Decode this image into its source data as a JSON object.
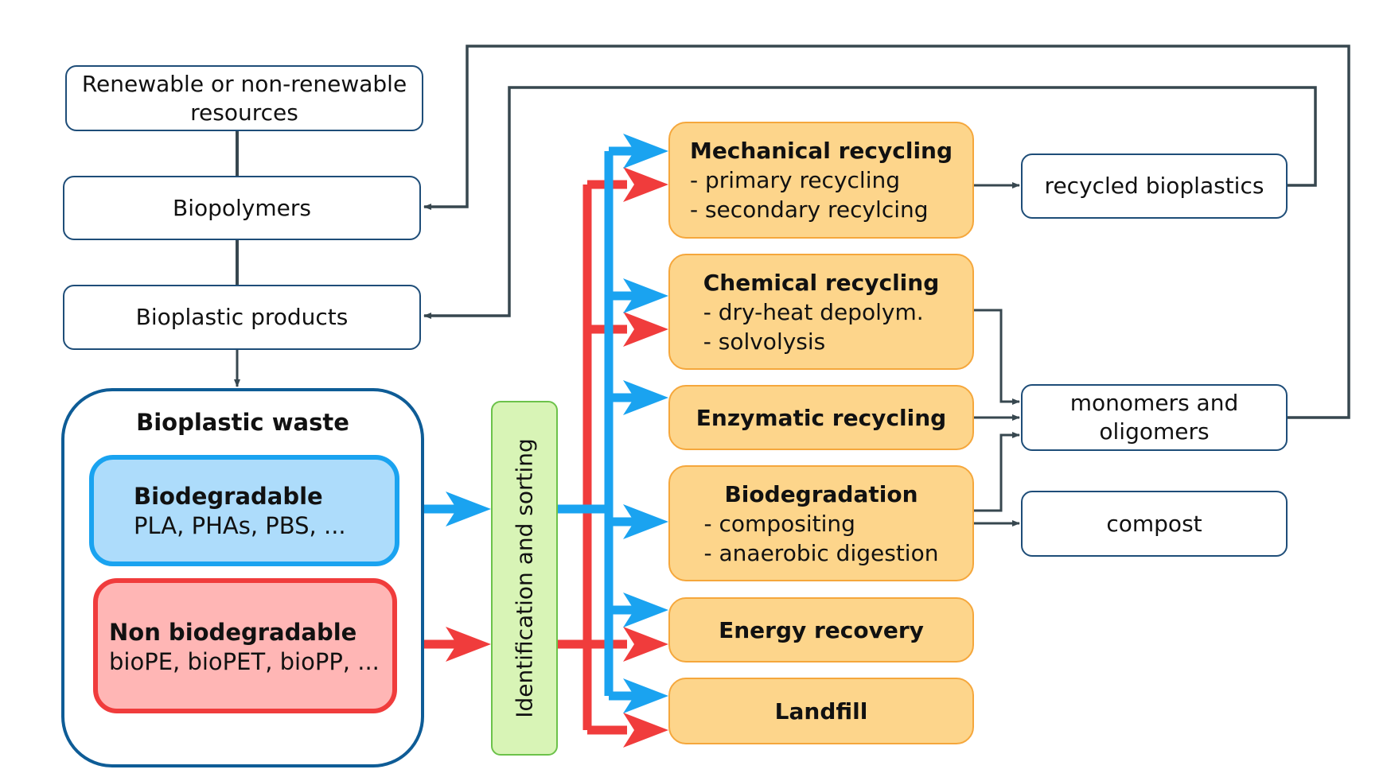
{
  "diagram": {
    "resources": "Renewable or non-renewable resources",
    "biopolymers": "Biopolymers",
    "bioplastic_products": "Bioplastic products",
    "waste": {
      "title": "Bioplastic waste",
      "biodegradable": {
        "title": "Biodegradable",
        "examples": "PLA, PHAs, PBS, ..."
      },
      "non_biodegradable": {
        "title": "Non biodegradable",
        "examples": "bioPE, bioPET, bioPP, ..."
      }
    },
    "sorting": "Identification and sorting",
    "processes": {
      "mechanical": {
        "title": "Mechanical recycling",
        "items": [
          "- primary recycling",
          "- secondary recylcing"
        ]
      },
      "chemical": {
        "title": "Chemical recycling",
        "items": [
          "- dry-heat depolym.",
          "- solvolysis"
        ]
      },
      "enzymatic": {
        "title": "Enzymatic recycling"
      },
      "biodegradation": {
        "title": "Biodegradation",
        "items": [
          "- compositing",
          "- anaerobic digestion"
        ]
      },
      "energy": {
        "title": "Energy recovery"
      },
      "landfill": {
        "title": "Landfill"
      }
    },
    "outputs": {
      "recycled": "recycled bioplastics",
      "monomers": "monomers and oligomers",
      "compost": "compost"
    },
    "colors": {
      "dark_line": "#37474f",
      "box_border": "#1e4d78",
      "blue_flow": "#1aa3f0",
      "red_flow": "#f03c3c",
      "orange_fill": "#fdd58b",
      "orange_border": "#f5a73c",
      "sorting_fill": "#d8f4b6",
      "sorting_border": "#6cc24a"
    }
  }
}
